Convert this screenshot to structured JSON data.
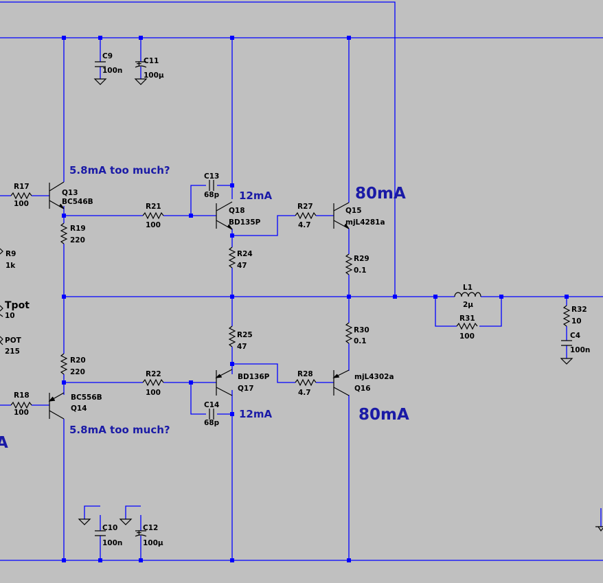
{
  "colors": {
    "background": "#c0c0c0",
    "wire": "#0000ff",
    "component": "#000000",
    "comment": "#1a1aa6"
  },
  "comments": {
    "q13_note": "5.8mA too much?",
    "q14_note": "5.8mA too much?",
    "q18_current": "12mA",
    "q17_current": "12mA",
    "q15_current": "80mA",
    "q16_current": "80mA",
    "left_fragment": "A"
  },
  "components": {
    "c9": {
      "name": "C9",
      "value": "100n"
    },
    "c11": {
      "name": "C11",
      "value": "100μ"
    },
    "c10": {
      "name": "C10",
      "value": "100n"
    },
    "c12": {
      "name": "C12",
      "value": "100μ"
    },
    "c13": {
      "name": "C13",
      "value": "68p"
    },
    "c14": {
      "name": "C14",
      "value": "68p"
    },
    "c4": {
      "name": "C4",
      "value": "100n"
    },
    "r17": {
      "name": "R17",
      "value": "100"
    },
    "r18": {
      "name": "R18",
      "value": "100"
    },
    "r19": {
      "name": "R19",
      "value": "220"
    },
    "r20": {
      "name": "R20",
      "value": "220"
    },
    "r21": {
      "name": "R21",
      "value": "100"
    },
    "r22": {
      "name": "R22",
      "value": "100"
    },
    "r24": {
      "name": "R24",
      "value": "47"
    },
    "r25": {
      "name": "R25",
      "value": "47"
    },
    "r27": {
      "name": "R27",
      "value": "4.7"
    },
    "r28": {
      "name": "R28",
      "value": "4.7"
    },
    "r29": {
      "name": "R29",
      "value": "0.1"
    },
    "r30": {
      "name": "R30",
      "value": "0.1"
    },
    "r31": {
      "name": "R31",
      "value": "100"
    },
    "r32": {
      "name": "R32",
      "value": "10"
    },
    "r9": {
      "name": "R9",
      "value": "1k"
    },
    "tpot": {
      "name": "Tpot",
      "value": "10"
    },
    "pot": {
      "name": "POT",
      "value": "215"
    },
    "l1": {
      "name": "L1",
      "value": "2μ"
    },
    "q13": {
      "name": "Q13",
      "model": "BC546B"
    },
    "q14": {
      "name": "Q14",
      "model": "BC556B"
    },
    "q18": {
      "name": "Q18",
      "model": "BD135P"
    },
    "q17": {
      "name": "Q17",
      "model": "BD136P"
    },
    "q15": {
      "name": "Q15",
      "model": "mjL4281a"
    },
    "q16": {
      "name": "Q16",
      "model": "mjL4302a"
    }
  }
}
